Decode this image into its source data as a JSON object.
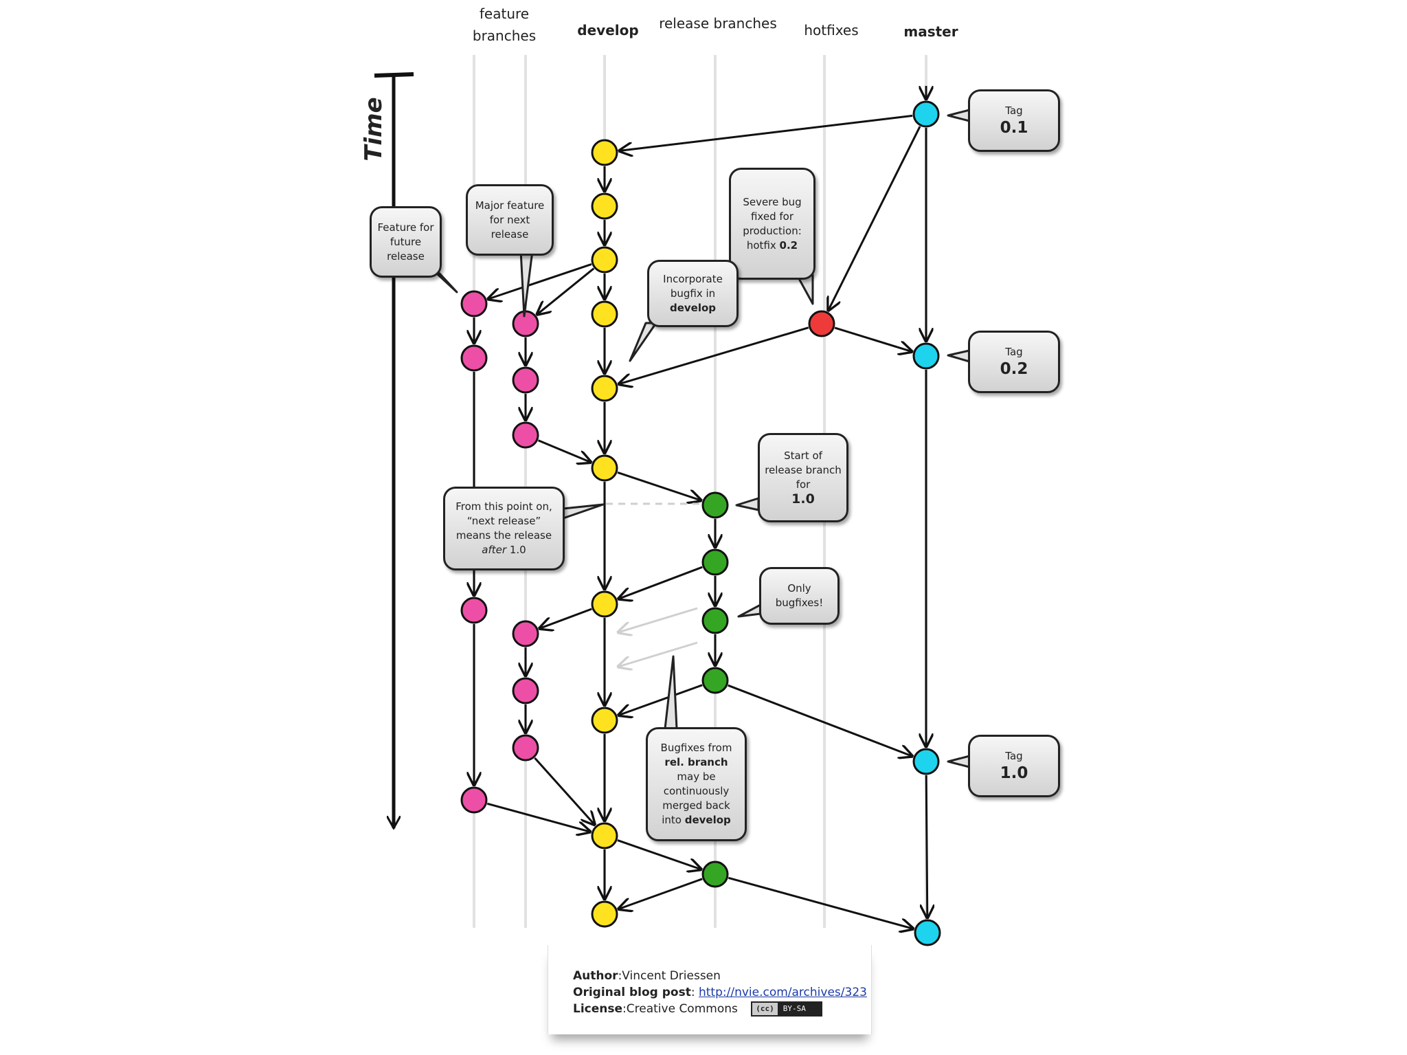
{
  "lanes": {
    "feature": "feature\nbranches",
    "develop": "develop",
    "release": "release branches",
    "hotfixes": "hotfixes",
    "master": "master"
  },
  "time_label": "Time",
  "bubbles": {
    "feature_future": "Feature for future release",
    "major_feature": "Major feature for next release",
    "severe_bug_text": "Severe bug fixed for production: hotfix",
    "severe_bug_version": "0.2",
    "incorporate_text": "Incorporate bugfix in",
    "incorporate_strong": "develop",
    "start_release_text": "Start of release branch for",
    "start_release_version": "1.0",
    "next_release_a": "From this point on, “next release” means the release",
    "next_release_after": "after",
    "next_release_b": "1.0",
    "only_bugfixes": "Only bugfixes!",
    "bugfixes_a": "Bugfixes from",
    "bugfixes_strong": "rel. branch",
    "bugfixes_b": "may be continuously merged back into",
    "bugfixes_develop": "develop"
  },
  "tags": [
    {
      "label": "Tag",
      "version": "0.1"
    },
    {
      "label": "Tag",
      "version": "0.2"
    },
    {
      "label": "Tag",
      "version": "1.0"
    }
  ],
  "credits": {
    "author_key": "Author",
    "author_value": "Vincent Driessen",
    "blog_key": "Original blog post",
    "blog_value": "http://nvie.com/archives/323",
    "license_key": "License",
    "license_value": "Creative Commons",
    "badge": "BY-SA",
    "badge_cc": "(cc)"
  },
  "colors": {
    "feature": "#ee4fa6",
    "develop": "#ffe21f",
    "release": "#35a623",
    "hotfix": "#ef3a3a",
    "master": "#1ed3ee"
  }
}
